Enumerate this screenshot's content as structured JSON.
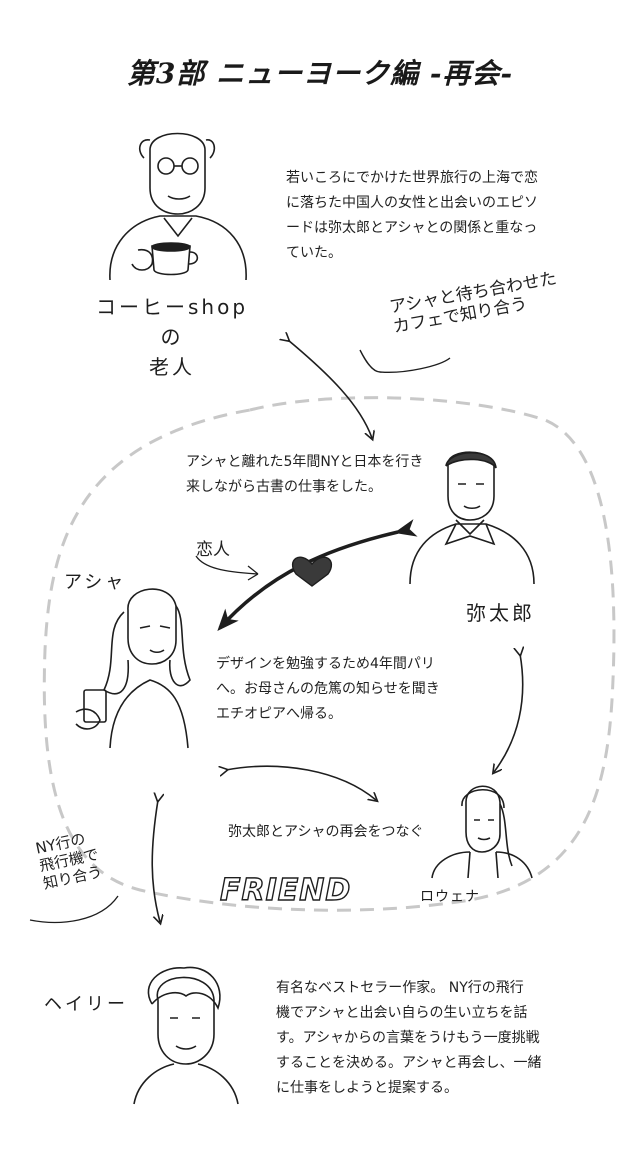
{
  "title": "第3部 ニューヨーク編 -再会-",
  "characters": {
    "old_man": {
      "label": "コーヒーshopの\n老人",
      "description": "若いころにでかけた世界旅行の上海で恋\nに落ちた中国人の女性と出会いのエピソ\nードは弥太郎とアシャとの関係と重なっ\nていた。"
    },
    "yataro": {
      "label": "弥太郎"
    },
    "asha": {
      "label": "アシャ"
    },
    "rowena": {
      "label": "ロウェナ"
    },
    "hayley": {
      "label": "ヘイリー",
      "description": "有名なベストセラー作家。 NY行の飛行\n機でアシャと出会い自らの生い立ちを話\nす。アシャからの言葉をうけもう一度挑戦\nすることを決める。アシャと再会し、一緒\nに仕事をしようと提案する。"
    }
  },
  "notes": {
    "cafe_meeting": "アシャと待ち合わせた\nカフェで知り合う",
    "lovers": "恋人",
    "ny_flight": "NY行の\n飛行機で\n知り合う",
    "friend": "FRIEND"
  },
  "relations": {
    "yataro_asha": "アシャと離れた5年間NYと日本を行き\n来しながら古書の仕事をした。",
    "asha_paris": "デザインを勉強するため4年間パリ\nへ。お母さんの危篤の知らせを聞き\nエチオピアへ帰る。",
    "rowena_link": "弥太郎とアシャの再会をつなぐ"
  },
  "colors": {
    "ink": "#1e1e1e",
    "dash": "#c8c8c8"
  }
}
